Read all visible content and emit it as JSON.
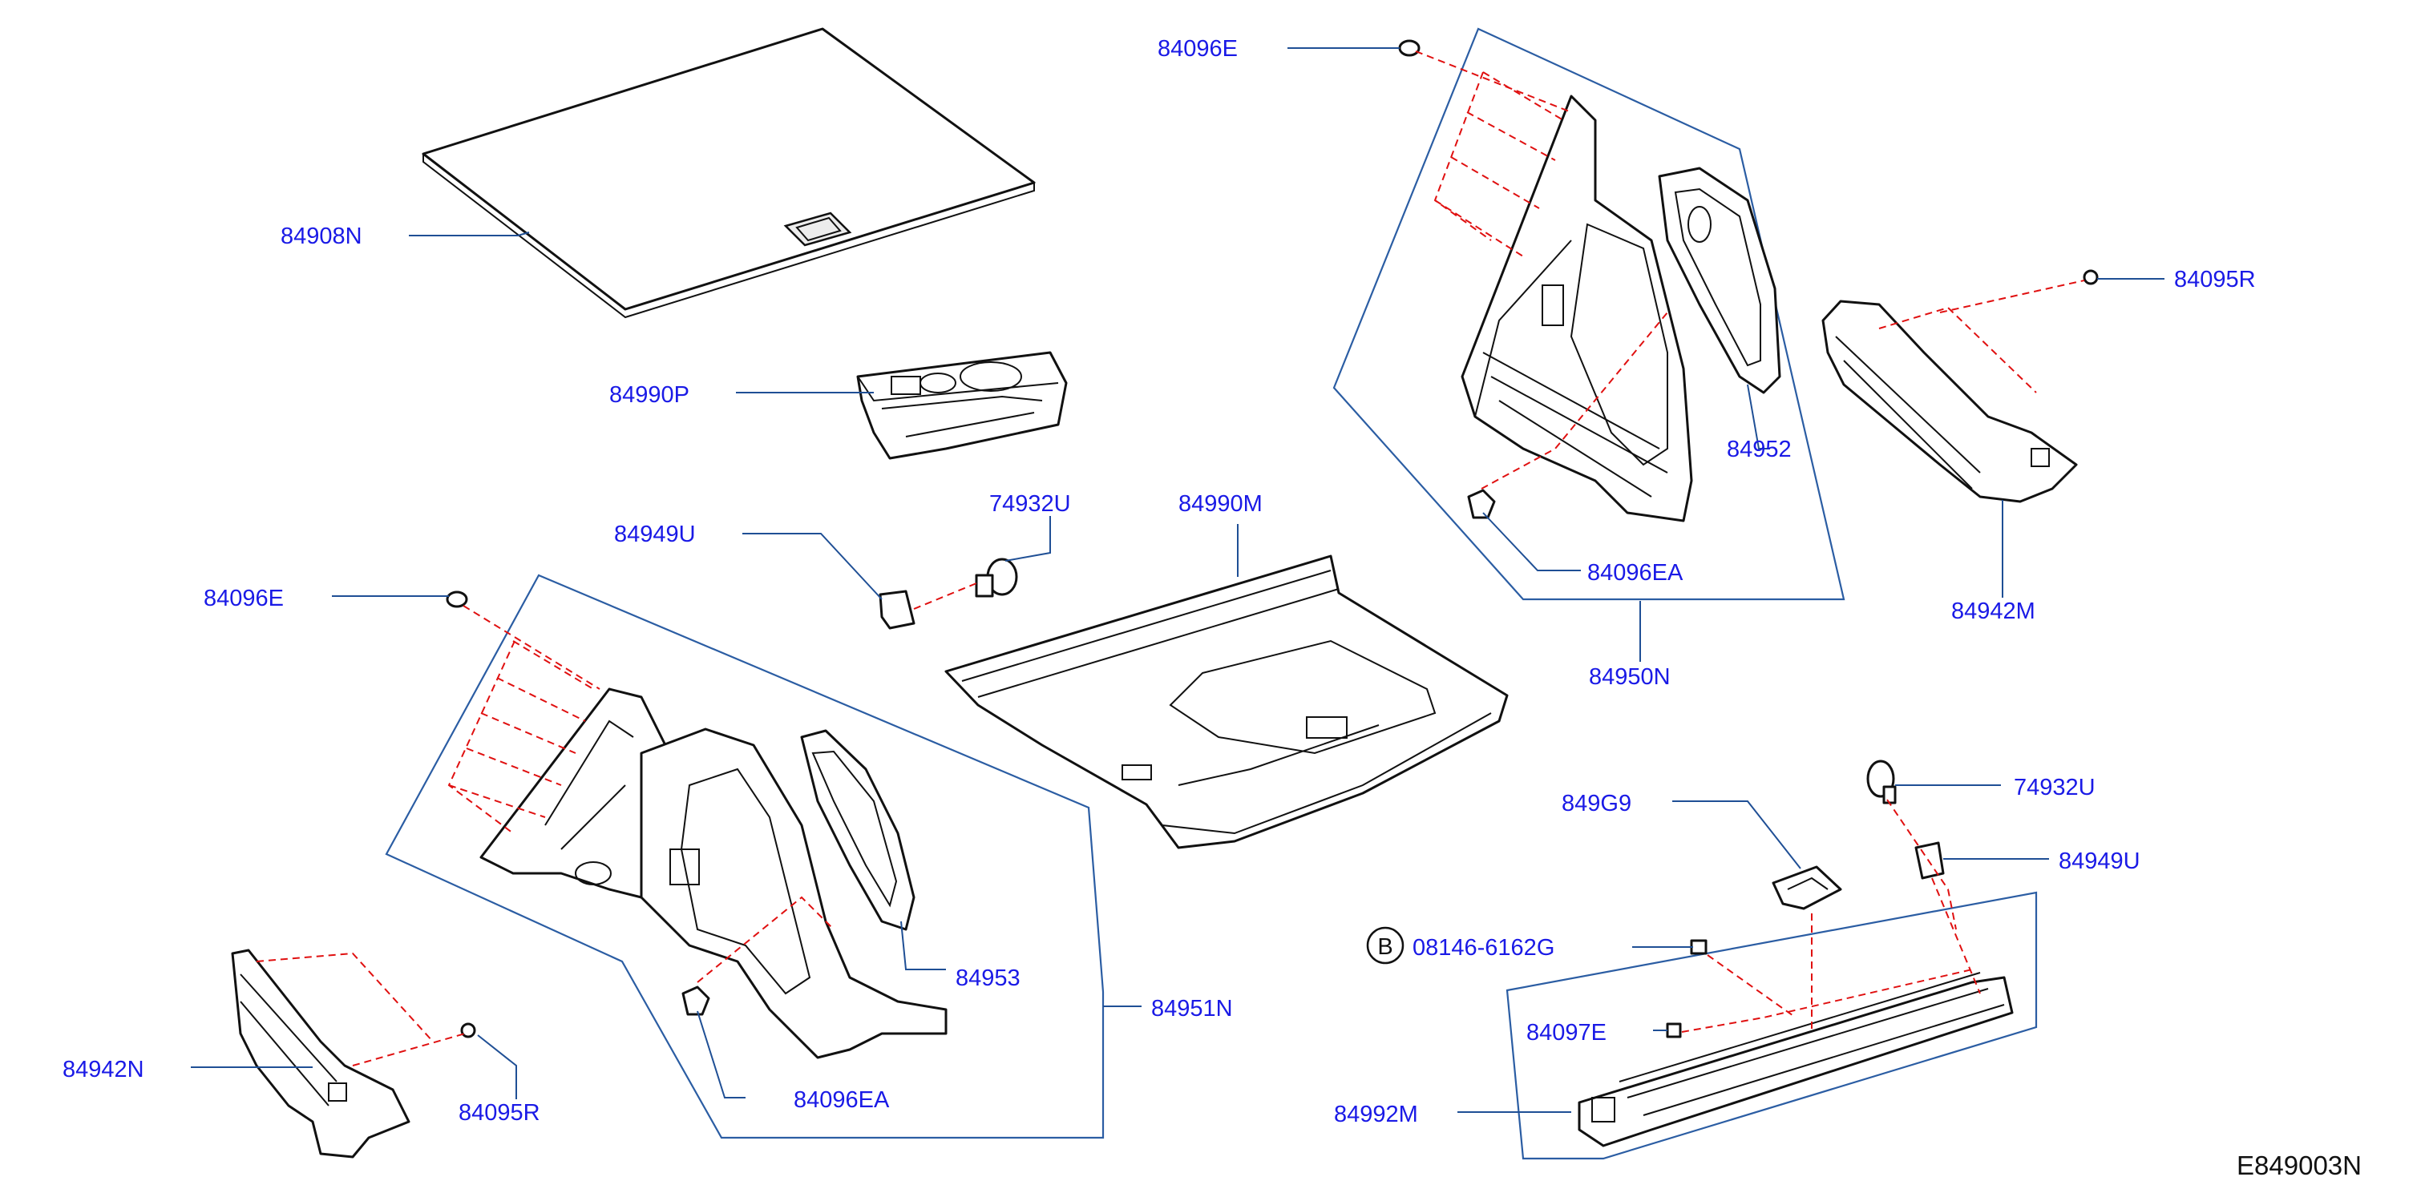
{
  "diagram_code": "E849003N",
  "callouts": {
    "trunk_floor_board": "84908N",
    "spare_box": "84990P",
    "clip_84949U_left": "84949U",
    "hook_74932U_left": "74932U",
    "floor_trim_84990M": "84990M",
    "clip_84096E_left": "84096E",
    "side_trim_84953": "84953",
    "side_finisher_84951N": "84951N",
    "screw_84096EA_left": "84096EA",
    "rear_bracket_84942N": "84942N",
    "clip_84095R_left": "84095R",
    "clip_84096E_right": "84096E",
    "side_trim_84952": "84952",
    "screw_84096EA_right": "84096EA",
    "side_finisher_84950N": "84950N",
    "clip_84095R_right": "84095R",
    "rear_bracket_84942M": "84942M",
    "hook_74932U_right": "74932U",
    "bracket_849G9": "849G9",
    "clip_84949U_right": "84949U",
    "bolt_code": "08146-6162G",
    "bolt_badge": "B",
    "clip_84097E": "84097E",
    "sill_plate_84992M": "84992M"
  }
}
